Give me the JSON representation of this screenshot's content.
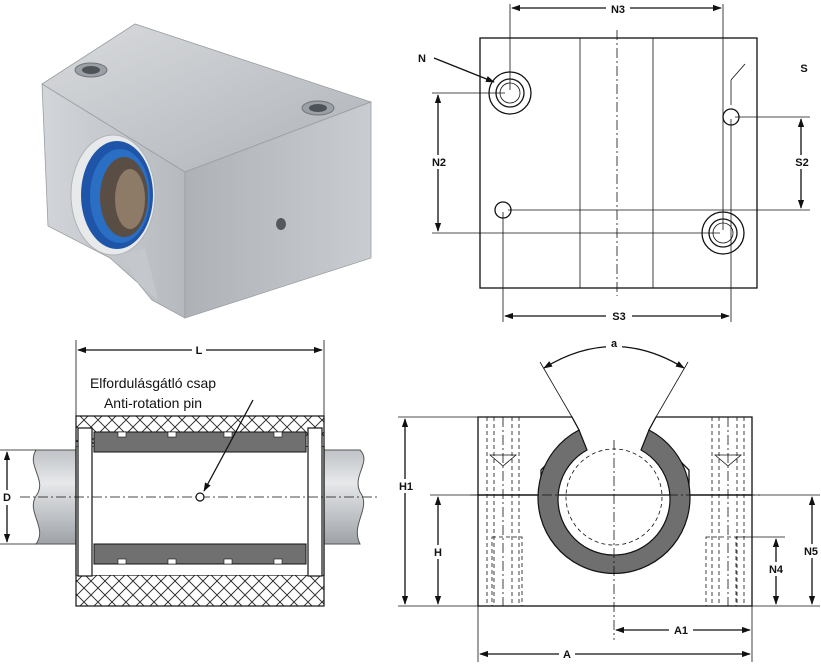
{
  "top_right_view": {
    "labels": {
      "N": "N",
      "N2": "N2",
      "N3": "N3",
      "S": "S",
      "S2": "S2",
      "S3": "S3"
    }
  },
  "section_view": {
    "labels": {
      "L": "L",
      "D": "D",
      "pin_hu": "Elfordulásgátló csap",
      "pin_en": "Anti-rotation pin"
    }
  },
  "front_view": {
    "labels": {
      "a": "a",
      "H1": "H1",
      "H": "H",
      "N4": "N4",
      "N5": "N5",
      "A1": "A1",
      "A": "A"
    }
  },
  "colors": {
    "aluminium": "#c4c7cb",
    "bearing_blue": "#2a6fc4",
    "bushing_gray": "#707070",
    "line": "#111111"
  },
  "icons": [
    "arrowhead",
    "crosshatch-pattern"
  ]
}
